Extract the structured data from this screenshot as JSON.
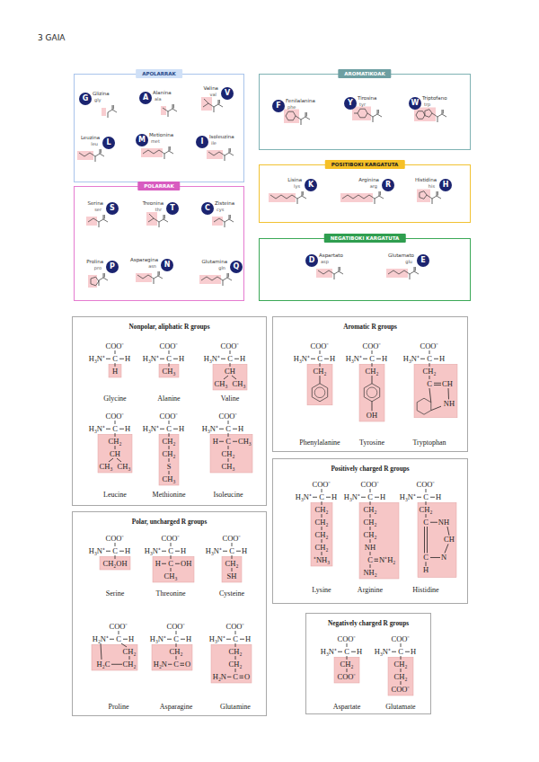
{
  "diagram": {
    "title": "3 GAIA",
    "nodes": [
      {
        "text": [
          "APOLARRAK"
        ]
      },
      {
        "text": [
          "G"
        ],
        "in": 0
      },
      {
        "text": [
          "A"
        ],
        "in": 0
      },
      {
        "text": [
          "V"
        ],
        "in": 0
      },
      {
        "text": [
          "L"
        ],
        "in": 0
      },
      {
        "text": [
          "M"
        ],
        "in": 0
      },
      {
        "text": [
          "I"
        ],
        "in": 0
      },
      {
        "text": [
          "AROMATIKOAK"
        ]
      },
      {
        "text": [
          "F"
        ],
        "in": 7
      },
      {
        "text": [
          "Y"
        ],
        "in": 7
      },
      {
        "text": [
          "W"
        ],
        "in": 7
      },
      {
        "text": [
          "POSITIBOKI KARGATUTA"
        ]
      },
      {
        "text": [
          "K"
        ],
        "in": 11
      },
      {
        "text": [
          "R"
        ],
        "in": 11
      },
      {
        "text": [
          "H"
        ],
        "in": 11
      },
      {
        "text": [
          "POLARRAK"
        ]
      },
      {
        "text": [
          "S"
        ],
        "in": 15
      },
      {
        "text": [
          "T"
        ],
        "in": 15
      },
      {
        "text": [
          "C"
        ],
        "in": 15
      },
      {
        "text": [
          "P"
        ],
        "in": 15
      },
      {
        "text": [
          "N"
        ],
        "in": 15
      },
      {
        "text": [
          "Q"
        ],
        "in": 15
      },
      {
        "text": [
          "NEGATIBOKI KARGATUTA"
        ]
      },
      {
        "text": [
          "D"
        ],
        "in": 22
      },
      {
        "text": [
          "E"
        ],
        "in": 22
      },
      {
        "text": [
          "Nonpolar, aliphatic R groups"
        ]
      },
      {
        "text": [
          "Aromatic R groups"
        ]
      },
      {
        "text": [
          "Positively charged R groups"
        ]
      },
      {
        "text": [
          "Polar, uncharged R groups"
        ]
      },
      {
        "text": [
          "Negatively charged R groups"
        ]
      }
    ],
    "labels": [
      "Glizina",
      "gly",
      "Alanina",
      "ala",
      "Valina",
      "val",
      "Leuzina",
      "leu",
      "Metionina",
      "met",
      "Isoleuzina",
      "ile",
      "Fenilalanina",
      "phe",
      "Tirosina",
      "tyr",
      "Triptofano",
      "trp",
      "Lisina",
      "lys",
      "Arginina",
      "arg",
      "Histidina",
      "his",
      "Serina",
      "ser",
      "Treonina",
      "thr",
      "Zisteina",
      "cys",
      "Prolina",
      "pro",
      "Asparagina",
      "asn",
      "Glutamina",
      "gln",
      "Aspartato",
      "asp",
      "Glutamato",
      "glu",
      "COO⁻",
      "H₃N⁺",
      "C",
      "H",
      "H",
      "Glycine",
      "COO⁻",
      "H₃N⁺",
      "C",
      "H",
      "CH₃",
      "Alanine",
      "COO⁻",
      "H₃N⁺",
      "C",
      "H",
      "CH",
      "CH₃",
      "CH₃",
      "Valine",
      "COO⁻",
      "H₃N⁺",
      "C",
      "H",
      "CH₂",
      "CH",
      "CH₃",
      "CH₃",
      "Leucine",
      "COO⁻",
      "H₃N⁺",
      "C",
      "H",
      "CH₂",
      "CH₂",
      "S",
      "CH₃",
      "Methionine",
      "COO⁻",
      "H₃N⁺",
      "C",
      "H",
      "H",
      "C",
      "CH₃",
      "CH₂",
      "CH₃",
      "Isoleucine",
      "COO⁻",
      "H₃N⁺",
      "C",
      "H",
      "CH₂",
      "Phenylalanine",
      "COO⁻",
      "H₃N⁺",
      "C",
      "H",
      "CH₂",
      "OH",
      "Tyrosine",
      "COO⁻",
      "H₃N⁺",
      "C",
      "H",
      "CH₂",
      "C",
      "CH",
      "NH",
      "Tryptophan",
      "COO⁻",
      "H₃N⁺",
      "C",
      "H",
      "CH₂",
      "CH₂",
      "CH₂",
      "CH₂",
      "⁺NH₃",
      "Lysine",
      "COO⁻",
      "H₃N⁺",
      "C",
      "H",
      "CH₂",
      "CH₂",
      "CH₂",
      "NH",
      "C",
      "N⁺H₂",
      "NH₂",
      "Arginine",
      "COO⁻",
      "H₃N⁺",
      "C",
      "H",
      "CH₂",
      "C",
      "NH",
      "CH",
      "N",
      "C",
      "H",
      "Histidine",
      "COO⁻",
      "H₃N⁺",
      "C",
      "H",
      "CH₂OH",
      "Serine",
      "COO⁻",
      "H₃N⁺",
      "C",
      "H",
      "H",
      "C",
      "OH",
      "CH₃",
      "Threonine",
      "COO⁻",
      "H₃N⁺",
      "C",
      "H",
      "CH₂",
      "SH",
      "Cysteine",
      "COO⁻",
      "H₂N⁺",
      "C",
      "H",
      "CH₂",
      "H₂C",
      "CH₂",
      "Proline",
      "COO⁻",
      "H₃N⁺",
      "C",
      "H",
      "CH₂",
      "H₂N",
      "C",
      "O",
      "Asparagine",
      "COO⁻",
      "H₃N⁺",
      "C",
      "H",
      "CH₂",
      "CH₂",
      "H₂N",
      "C",
      "O",
      "Glutamine",
      "COO⁻",
      "H₃N⁺",
      "C",
      "H",
      "CH₂",
      "COO⁻",
      "Aspartate",
      "COO⁻",
      "H₃N⁺",
      "C",
      "H",
      "CH₂",
      "CH₂",
      "COO⁻",
      "Glutamate"
    ]
  }
}
